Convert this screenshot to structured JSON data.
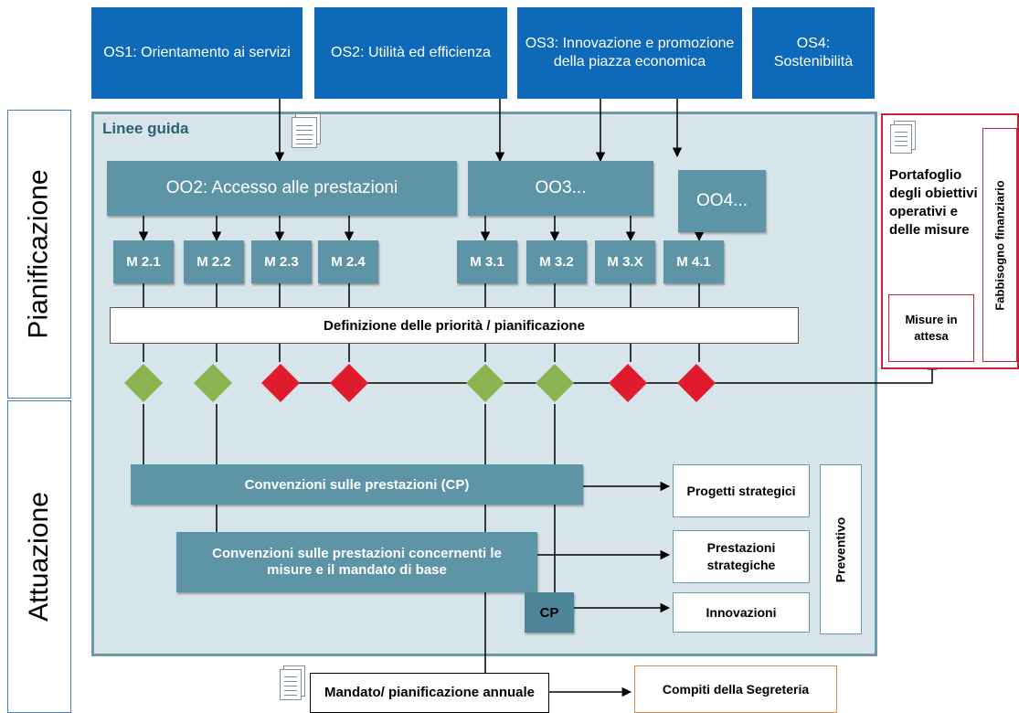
{
  "strategic_objectives": [
    {
      "id": "os1",
      "label": "OS1: Orientamento ai servizi"
    },
    {
      "id": "os2",
      "label": "OS2: Utilità ed efficienza"
    },
    {
      "id": "os3",
      "label": "OS3: Innovazione e promozione della piazza economica"
    },
    {
      "id": "os4",
      "label": "OS4: Sostenibilità"
    }
  ],
  "phases": {
    "pianificazione": "Pianificazione",
    "attuazione": "Attuazione"
  },
  "main_panel": {
    "title": "Linee guida"
  },
  "operational_objectives": {
    "oo2": "OO2: Accesso alle prestazioni",
    "oo3": "OO3...",
    "oo4": "OO4..."
  },
  "measures": [
    "M 2.1",
    "M 2.2",
    "M 2.3",
    "M 2.4",
    "M 3.1",
    "M 3.2",
    "M 3.X",
    "M 4.1"
  ],
  "priority_bar": "Definizione delle priorità / pianificazione",
  "decisions": [
    {
      "measure": "M 2.1",
      "status": "approved"
    },
    {
      "measure": "M 2.2",
      "status": "approved"
    },
    {
      "measure": "M 2.3",
      "status": "rejected"
    },
    {
      "measure": "M 2.4",
      "status": "rejected"
    },
    {
      "measure": "M 3.1",
      "status": "approved"
    },
    {
      "measure": "M 3.2",
      "status": "approved"
    },
    {
      "measure": "M 3.X",
      "status": "rejected"
    },
    {
      "measure": "M 4.1",
      "status": "rejected"
    }
  ],
  "implementation": {
    "cp_main": "Convenzioni sulle prestazioni (CP)",
    "cp_measures": "Convenzioni sulle prestazioni concernenti le misure e il mandato di base",
    "cp_small": "CP"
  },
  "outputs": {
    "progetti": "Progetti strategici",
    "prestazioni": "Prestazioni strategiche",
    "innovazioni": "Innovazioni",
    "preventivo": "Preventivo"
  },
  "portfolio": {
    "title": "Portafoglio degli obiettivi operativi e delle misure",
    "pending": "Misure in attesa",
    "finance": "Fabbisogno finanziario"
  },
  "bottom": {
    "mandate": "Mandato/ pianificazione annuale",
    "secretariat": "Compiti della Segreteria"
  },
  "colors": {
    "strategic": "#0e6ab9",
    "teal": "#5d94a6",
    "panel": "#d7e4e9",
    "approved": "#8ab451",
    "rejected": "#e01b2d",
    "portfolio_border": "#c9203a",
    "secretariat_border": "#e2873a"
  }
}
